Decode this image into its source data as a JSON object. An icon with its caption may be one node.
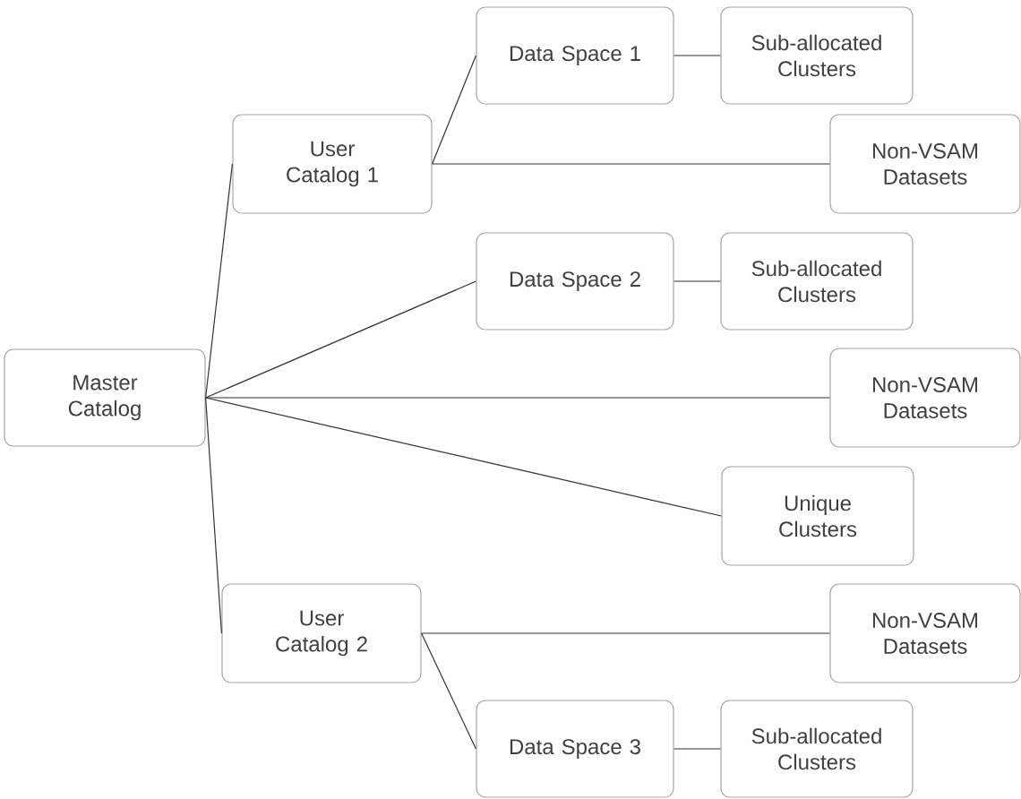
{
  "diagram": {
    "nodes": [
      {
        "text": [
          "Master Catalog"
        ]
      },
      {
        "text": [
          "User Catalog 1"
        ]
      },
      {
        "text": [
          "Data Space 1"
        ]
      },
      {
        "text": [
          "Sub-allocated Clusters"
        ]
      },
      {
        "text": [
          "Non-VSAM Datasets"
        ]
      },
      {
        "text": [
          "Data Space 2"
        ]
      },
      {
        "text": [
          "Sub-allocated Clusters"
        ]
      },
      {
        "text": [
          "Non-VSAM Datasets"
        ]
      },
      {
        "text": [
          "Unique Clusters"
        ]
      },
      {
        "text": [
          "User Catalog 2"
        ]
      },
      {
        "text": [
          "Non-VSAM Datasets"
        ]
      },
      {
        "text": [
          "Data Space 3"
        ]
      },
      {
        "text": [
          "Sub-allocated Clusters"
        ]
      }
    ],
    "edges": [
      {
        "from": 0,
        "to": 1,
        "arrow": "none"
      },
      {
        "from": 0,
        "to": 5,
        "arrow": "none"
      },
      {
        "from": 0,
        "to": 7,
        "arrow": "none"
      },
      {
        "from": 0,
        "to": 8,
        "arrow": "none"
      },
      {
        "from": 0,
        "to": 9,
        "arrow": "none"
      },
      {
        "from": 1,
        "to": 2,
        "arrow": "none"
      },
      {
        "from": 1,
        "to": 4,
        "arrow": "none"
      },
      {
        "from": 2,
        "to": 3,
        "arrow": "none"
      },
      {
        "from": 5,
        "to": 6,
        "arrow": "none"
      },
      {
        "from": 9,
        "to": 10,
        "arrow": "none"
      },
      {
        "from": 9,
        "to": 11,
        "arrow": "none"
      },
      {
        "from": 11,
        "to": 12,
        "arrow": "none"
      }
    ]
  }
}
